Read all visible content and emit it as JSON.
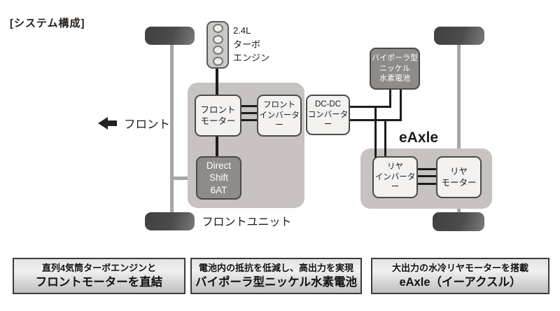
{
  "page_title": "[システム構成]",
  "colors": {
    "unit_container": "#c8c3c0",
    "component_light": "#f3f2f1",
    "component_dark": "#8e8b88",
    "wire": "#1c1c1c",
    "axle": "#a6a6a8",
    "tire": "#4c4c4c",
    "note_border": "#3c3c3c"
  },
  "diagram": {
    "engine_label": "2.4L\nターボ\nエンジン",
    "front_arrow_label": "フロント",
    "front_unit_label": "フロントユニット",
    "eaxle_label": "eAxle",
    "boxes": {
      "front_motor": "フロント\nモーター",
      "front_inverter": "フロント\nインバーター",
      "dcdc_converter": "DC-DC\nコンバーター",
      "transmission": "Direct\nShift\n6AT",
      "battery": "バイポーラ型\nニッケル\n水素電池",
      "rear_inverter": "リヤ\nインバーター",
      "rear_motor": "リヤ\nモーター"
    }
  },
  "footnotes": [
    {
      "line1": "直列4気筒ターボエンジンと",
      "line2": "フロントモーターを直結"
    },
    {
      "line1": "電池内の抵抗を低減し、高出力を実現",
      "line2": "バイポーラ型ニッケル水素電池"
    },
    {
      "line1": "大出力の水冷リヤモーターを搭載",
      "line2": "eAxle（イーアクスル）"
    }
  ]
}
